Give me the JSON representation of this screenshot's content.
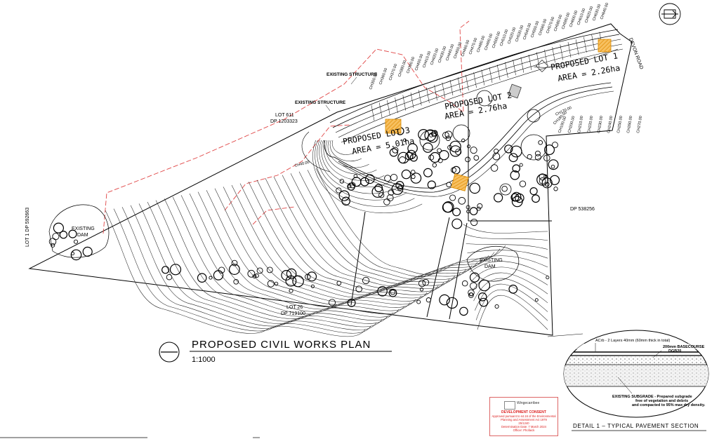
{
  "labels": {
    "lot1": "PROPOSED LOT 1",
    "lot1_area": "AREA = 2.26ha",
    "lot2": "PROPOSED LOT 2",
    "lot2_area": "AREA = 2.76ha",
    "lot3": "PROPOSED LOT 3",
    "lot3_area": "AREA = 5.01ha",
    "existing_structure_1": "EXISTING STRUCTURE",
    "existing_structure_2": "EXISTING STRUCTURE",
    "lot611": "LOT 611",
    "dp1203323": "DP 1203323",
    "lot1_dp": "LOT 1 DP 592663",
    "existing_dam_1a": "EXISTING",
    "existing_dam_1b": "DAM",
    "existing_dam_2a": "EXISTING",
    "existing_dam_2b": "DAM",
    "lot26": "LOT 26",
    "dp719100": "DP 719100",
    "dp538256": "DP 538256",
    "devon_road": "DEVON ROAD",
    "ch_a": "CH40.00"
  },
  "chainages": [
    "CH640.00",
    "CH630.00",
    "CH620.00",
    "CH610.00",
    "CH600.00",
    "CH590.00",
    "CH580.00",
    "CH570.00",
    "CH560.00",
    "CH550.00",
    "CH540.00",
    "CH530.00",
    "CH520.00",
    "CH510.00",
    "CH500.00",
    "CH490.00",
    "CH480.00",
    "CH470.00",
    "CH460.00",
    "CH450.00",
    "CH440.00",
    "CH430.00",
    "CH420.00",
    "CH410.00",
    "CH400.00",
    "CH390.00",
    "CH380.00",
    "CH370.00",
    "CH360.00",
    "CH350.00"
  ],
  "chainages_east": [
    "CH170.00",
    "CH180.00",
    "CH190.00",
    "CH200.00",
    "CH210.00",
    "CH220.00",
    "CH230.00",
    "CH240.00",
    "CH250.00",
    "CH260.00",
    "CH270.00"
  ],
  "plan": {
    "title": "PROPOSED CIVIL WORKS PLAN",
    "scale": "1:1000"
  },
  "detail": {
    "title": "DETAIL 1 – TYPICAL PAVEMENT SECTION",
    "note_top": "ACrb - 2 Layers 40mm (60mm thick in total)",
    "basecourse_1": "200mm BASECOURSE",
    "basecourse_2": "DGB20",
    "subgrade_1": "EXISTING SUBGRADE - Prepared subgrade",
    "subgrade_2": "free of vegetation and debris",
    "subgrade_3": "and compacted to 95% max dry density."
  },
  "consent": {
    "org": "Wingecarribee",
    "title": "DEVELOPMENT CONSENT",
    "line1": "Approved pursuant to s4.16 of the Environmental",
    "line2": "Planning and Assessment Act 1979",
    "line3": "25/1240",
    "line4": "Determination Date: 7 March 2024",
    "line5": "Officer: Phofaick"
  },
  "colors": {
    "boundary_red": "#e04545",
    "hatch_orange": "#f0a020",
    "consent_red": "#dd2222"
  },
  "icons": [
    "north-arrow-icon",
    "section-marker-icon"
  ]
}
